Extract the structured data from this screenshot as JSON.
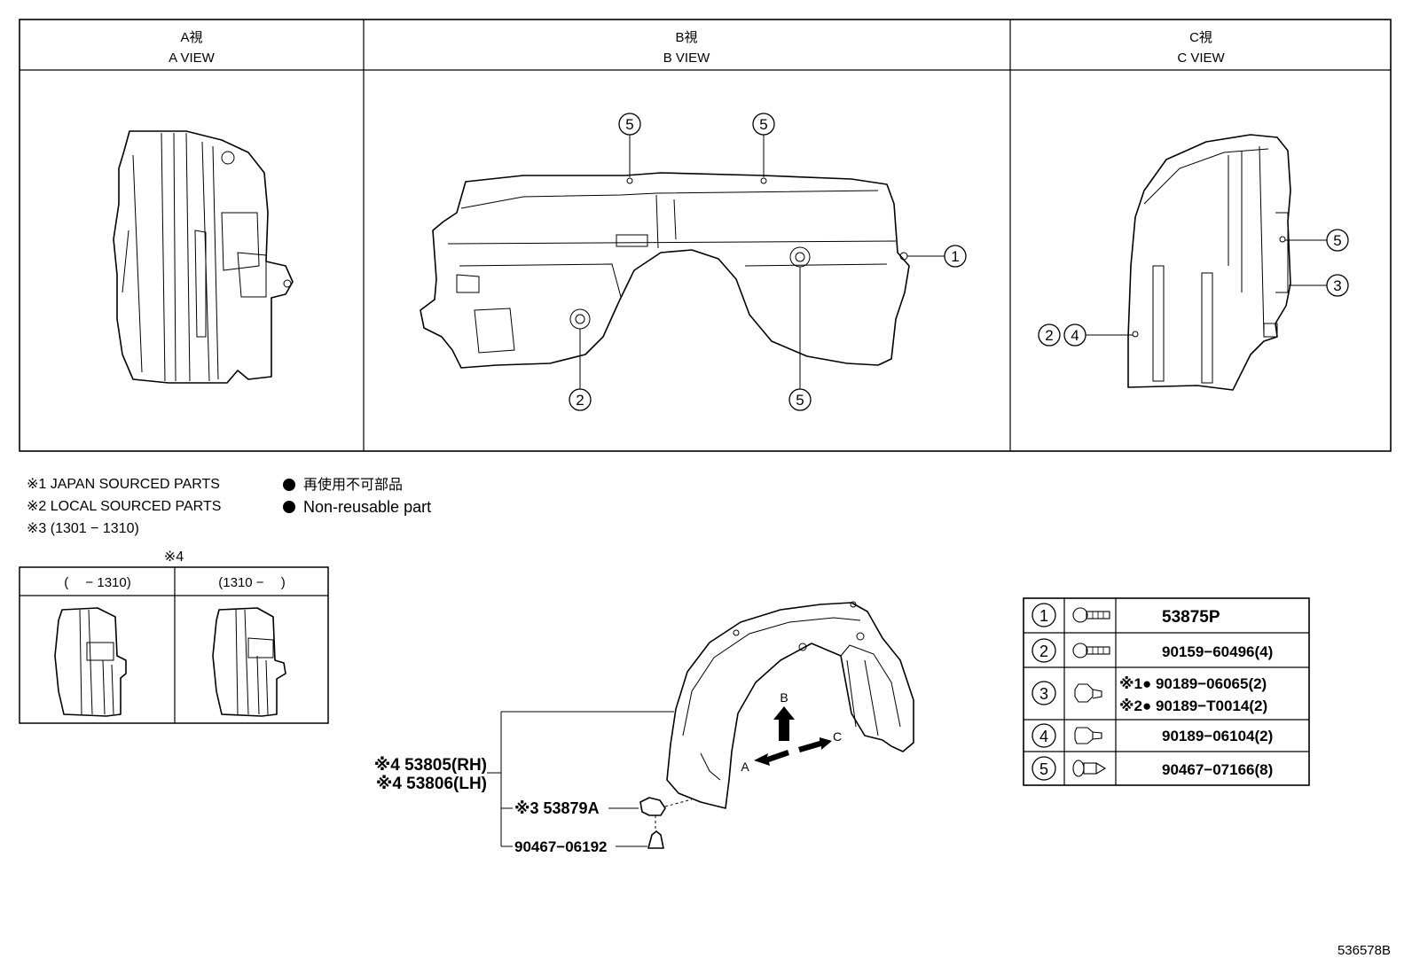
{
  "views": {
    "a": {
      "jp": "A視",
      "en": "A VIEW"
    },
    "b": {
      "jp": "B視",
      "en": "B VIEW"
    },
    "c": {
      "jp": "C視",
      "en": "C VIEW"
    }
  },
  "callouts": {
    "one": "1",
    "two": "2",
    "three": "3",
    "four": "4",
    "five": "5"
  },
  "notes": {
    "n1": "※1 JAPAN SOURCED PARTS",
    "n2": "※2 LOCAL SOURCED PARTS",
    "n3": "※3 (1301 − 1310)",
    "jp_nonreuse": "再使用不可部品",
    "en_nonreuse": "Non-reusable part"
  },
  "variant": {
    "mark": "※4",
    "col1": "(　 − 1310)",
    "col2": "(1310 −　 )"
  },
  "main_parts": {
    "rh": "※4 53805(RH)",
    "lh": "※4 53806(LH)",
    "retainer": "※3 53879A",
    "clip": "90467−06192"
  },
  "arrows": {
    "a": "A",
    "b": "B",
    "c": "C"
  },
  "table": {
    "rows": [
      {
        "num": "1",
        "parts": [
          "53875P"
        ]
      },
      {
        "num": "2",
        "parts": [
          "90159−60496(4)"
        ]
      },
      {
        "num": "3",
        "parts": [
          "※1● 90189−06065(2)",
          "※2● 90189−T0014(2)"
        ]
      },
      {
        "num": "4",
        "parts": [
          "90189−06104(2)"
        ]
      },
      {
        "num": "5",
        "parts": [
          "90467−07166(8)"
        ]
      }
    ]
  },
  "diagram_id": "536578B"
}
